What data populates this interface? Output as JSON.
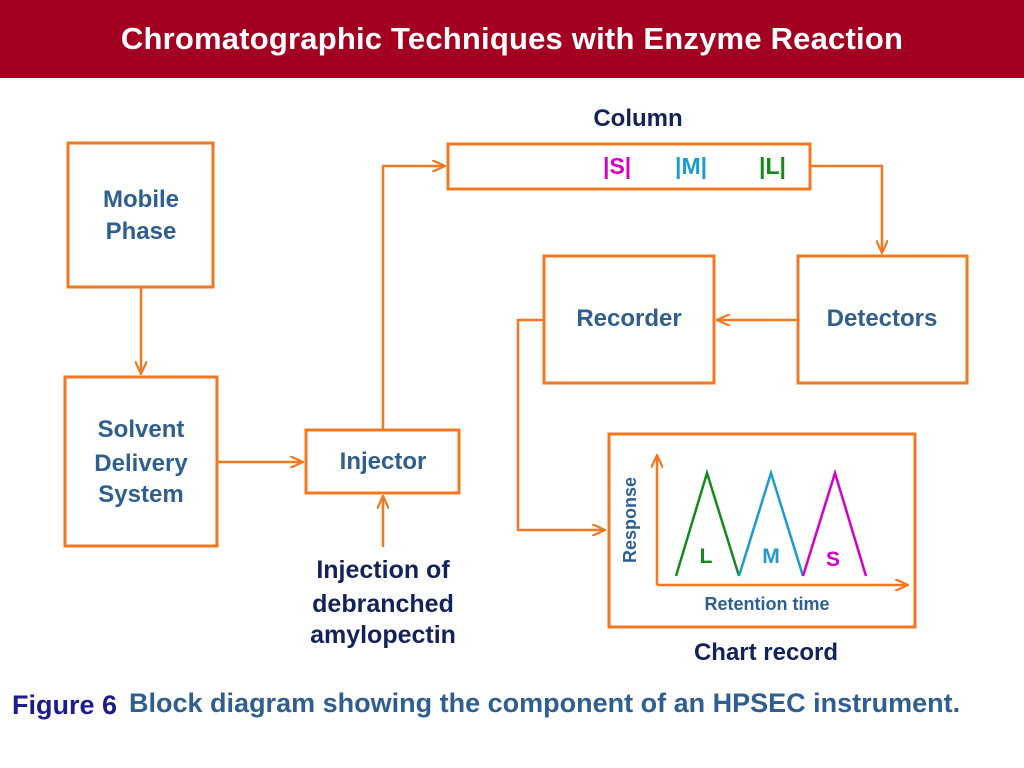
{
  "title": "Chromatographic Techniques with Enzyme Reaction",
  "colors": {
    "title_bar": "#a30021",
    "box_border": "#f07820",
    "box_text": "#2f5f8f",
    "label_S": "#d400c8",
    "label_M": "#1a9ccf",
    "label_L": "#138a1c"
  },
  "boxes": {
    "mobile_phase": [
      "Mobile",
      "Phase"
    ],
    "solvent_delivery": [
      "Solvent",
      "Delivery",
      "System"
    ],
    "injector": "Injector",
    "recorder": "Recorder",
    "detectors": "Detectors"
  },
  "column": {
    "label": "Column",
    "bands": [
      {
        "text": "S",
        "color": "#d400c8"
      },
      {
        "text": "M",
        "color": "#1a9ccf"
      },
      {
        "text": "L",
        "color": "#138a1c"
      }
    ]
  },
  "injection_note": [
    "Injection of",
    "debranched",
    "amylopectin"
  ],
  "chart_record": {
    "label": "Chart record",
    "y_axis_label": "Response",
    "x_axis_label": "Retention time",
    "peaks": [
      {
        "label": "L",
        "color": "#138a1c"
      },
      {
        "label": "M",
        "color": "#1a9ccf"
      },
      {
        "label": "S",
        "color": "#d400c8"
      }
    ]
  },
  "caption": {
    "figure_label": "Figure 6",
    "text": "Block diagram showing the component of an HPSEC instrument."
  }
}
